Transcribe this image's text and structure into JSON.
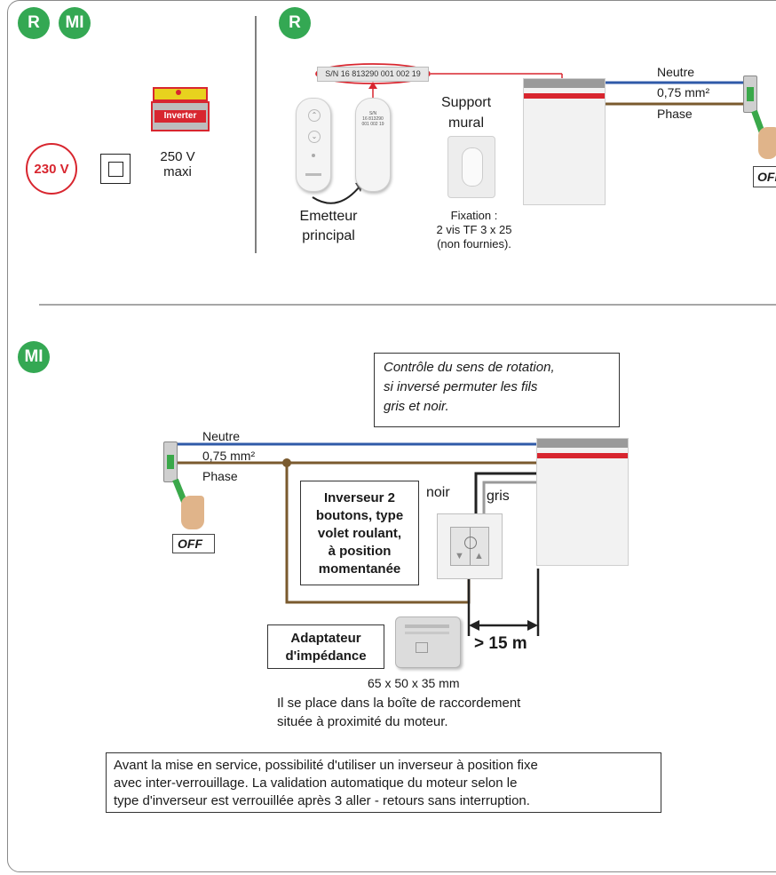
{
  "top_left": {
    "badges": [
      "R",
      "MI"
    ],
    "voltage": "230 V",
    "inverter_label": "Inverter",
    "inverter_max_line1": "250 V",
    "inverter_max_line2": "maxi"
  },
  "top_right": {
    "badge": "R",
    "serial_label": "S/N 16 813290 001 002 19",
    "remote_serial_lines": [
      "S/N",
      "16 813290",
      "001 002 19"
    ],
    "support_line1": "Support",
    "support_line2": "mural",
    "emitter_line1": "Emetteur",
    "emitter_line2": "principal",
    "fixation_line1": "Fixation :",
    "fixation_line2": "2 vis TF 3 x 25",
    "fixation_line3": "(non fournies).",
    "wire_neutral": "Neutre",
    "wire_section": "0,75 mm²",
    "wire_phase": "Phase",
    "switch_label": "OFF"
  },
  "bottom": {
    "badge": "MI",
    "rotation_note_line1": "Contrôle du sens de rotation,",
    "rotation_note_line2": "si inversé permuter les fils",
    "rotation_note_line3": "gris et noir.",
    "wire_neutral": "Neutre",
    "wire_section": "0,75 mm²",
    "wire_phase": "Phase",
    "switch_label": "OFF",
    "inverter_line1": "Inverseur 2",
    "inverter_line2": "boutons, type",
    "inverter_line3": "volet roulant,",
    "inverter_line4": "à position",
    "inverter_line5": "momentanée",
    "wire_black": "noir",
    "wire_grey": "gris",
    "adapter_line1": "Adaptateur",
    "adapter_line2": "d'impédance",
    "adapter_dims": "65 x 50 x 35 mm",
    "distance": "> 15 m",
    "placement_line1": "Il se place dans la boîte de raccordement",
    "placement_line2": "située à proximité du moteur.",
    "note_line1": "Avant la mise en service, possibilité d'utiliser un inverseur à position fixe",
    "note_line2": "avec inter-verrouillage. La validation automatique du moteur selon le",
    "note_line3": "type d'inverseur est verrouillée après 3 aller - retours sans interruption."
  },
  "colors": {
    "badge_green": "#34a853",
    "accent_red": "#d8262f",
    "wire_blue": "#2f5aa8",
    "wire_brown": "#7a5a2e",
    "wire_black": "#222222",
    "wire_grey": "#9a9a9a"
  }
}
